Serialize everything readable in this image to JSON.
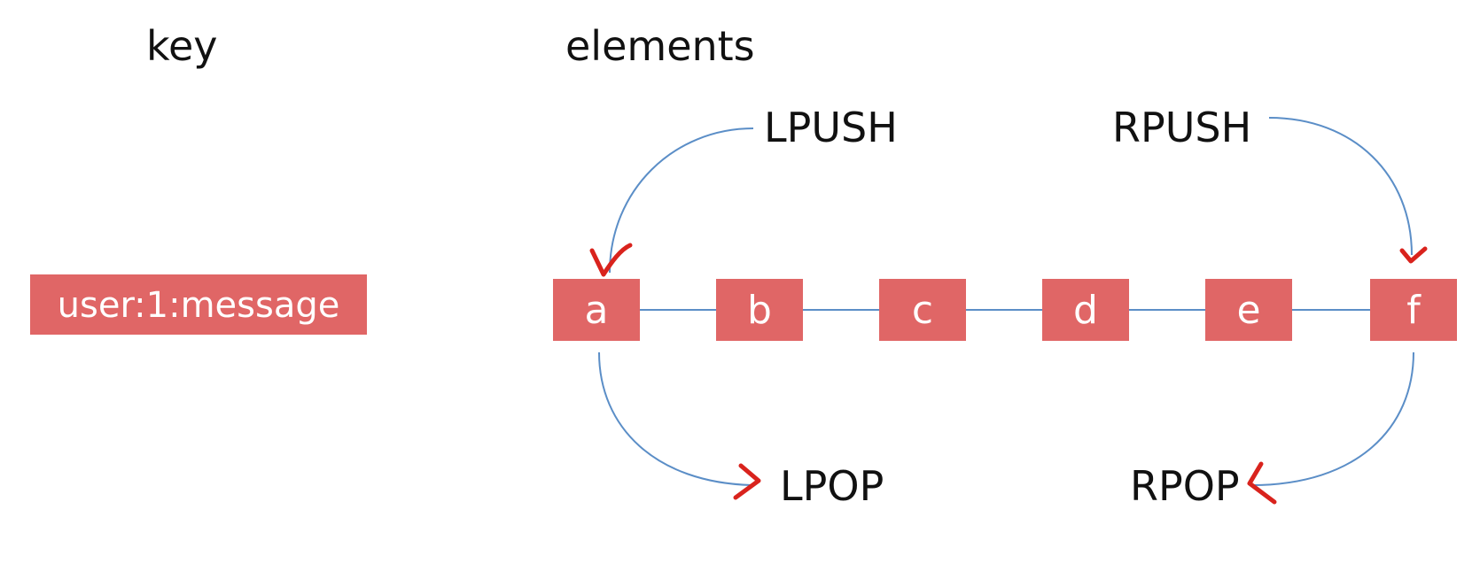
{
  "headings": {
    "key": "key",
    "elements": "elements"
  },
  "key_box": {
    "label": "user:1:message"
  },
  "elements": [
    {
      "label": "a"
    },
    {
      "label": "b"
    },
    {
      "label": "c"
    },
    {
      "label": "d"
    },
    {
      "label": "e"
    },
    {
      "label": "f"
    }
  ],
  "operations": {
    "lpush": "LPUSH",
    "rpush": "RPUSH",
    "lpop": "LPOP",
    "rpop": "RPOP"
  },
  "colors": {
    "node_fill": "#e06666",
    "node_text": "#ffffff",
    "connector": "#5b8ec7",
    "annotation": "#d9231d",
    "label_text": "#111111"
  }
}
